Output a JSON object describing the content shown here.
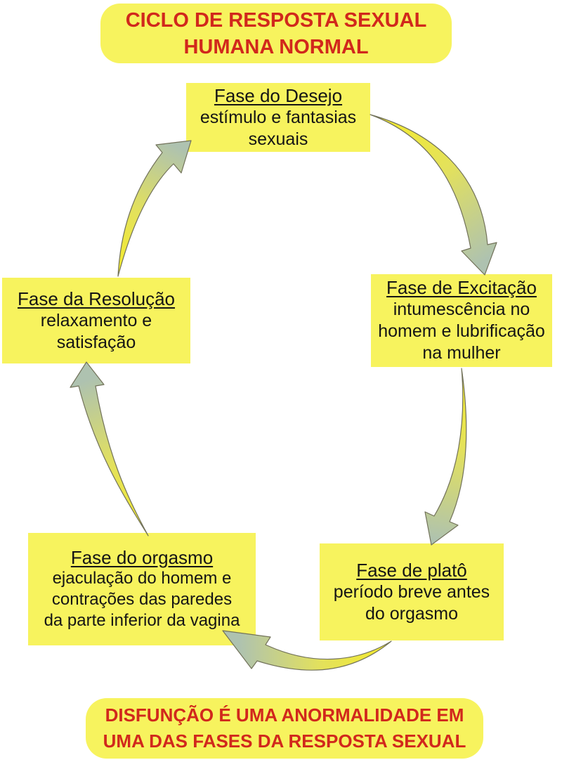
{
  "title": {
    "lines": [
      "CICLO DE RESPOSTA SEXUAL",
      "HUMANA NORMAL"
    ]
  },
  "footer": {
    "lines": [
      "DISFUNÇÃO É UMA ANORMALIDADE EM",
      "UMA DAS FASES DA RESPOSTA SEXUAL"
    ]
  },
  "phases": [
    {
      "name": "desejo",
      "heading": "Fase do Desejo",
      "lines": [
        "estímulo e fantasias",
        "sexuais"
      ]
    },
    {
      "name": "excitacao",
      "heading": "Fase de Excitação",
      "lines": [
        "intumescência no",
        "homem e lubrificação",
        "na mulher"
      ]
    },
    {
      "name": "plato",
      "heading": "Fase de platô",
      "lines": [
        "período breve antes",
        "do orgasmo"
      ]
    },
    {
      "name": "orgasmo",
      "heading": "Fase do orgasmo",
      "lines": [
        "ejaculação do homem e",
        "contrações das paredes",
        "da parte inferior da vagina"
      ]
    },
    {
      "name": "resolucao",
      "heading": "Fase da Resolução",
      "lines": [
        "relaxamento e",
        "satisfação"
      ]
    }
  ],
  "arrows": [
    "desejo-to-excitacao",
    "excitacao-to-plato",
    "plato-to-orgasmo",
    "orgasmo-to-resolucao",
    "resolucao-to-desejo"
  ],
  "colors": {
    "background": "#FFFFFF",
    "box_yellow": "#F7F35E",
    "text_red": "#D1281C",
    "text_black": "#151515",
    "arrow_tail_yellow": "#F4EB2E",
    "arrow_head_gray_green": "#AEC2B0",
    "arrow_outline": "#72725A"
  }
}
